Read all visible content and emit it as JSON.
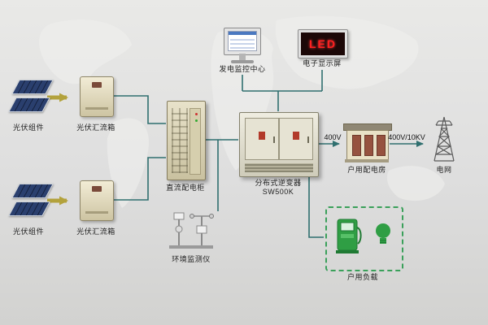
{
  "diagram": "photovoltaic-system-overview",
  "nodes": {
    "pv_module_1": {
      "label": "光伏组件"
    },
    "pv_module_2": {
      "label": "光伏组件"
    },
    "combiner_box_1": {
      "label": "光伏汇流箱"
    },
    "combiner_box_2": {
      "label": "光伏汇流箱"
    },
    "dc_cabinet": {
      "label": "直流配电柜"
    },
    "inverter": {
      "label": "分布式逆变器",
      "model": "SW500K"
    },
    "monitoring_center": {
      "label": "发电监控中心"
    },
    "led_screen": {
      "label": "电子显示屏",
      "screen_text": "LED"
    },
    "distribution_room": {
      "label": "户用配电房"
    },
    "power_grid": {
      "label": "电网"
    },
    "env_monitor": {
      "label": "环境监测仪"
    },
    "household_load": {
      "label": "户用负载"
    }
  },
  "edges": {
    "inverter_to_distribution_label": "400V",
    "distribution_to_grid_label": "400V/10KV"
  },
  "colors": {
    "wire_teal": "#2f6f6f",
    "arrow_yellow": "#b3a23c",
    "led_red": "#ff2020",
    "load_green": "#2f9e44",
    "cabinet_beige": "#ded6b8",
    "background_gray": "#dedede"
  }
}
